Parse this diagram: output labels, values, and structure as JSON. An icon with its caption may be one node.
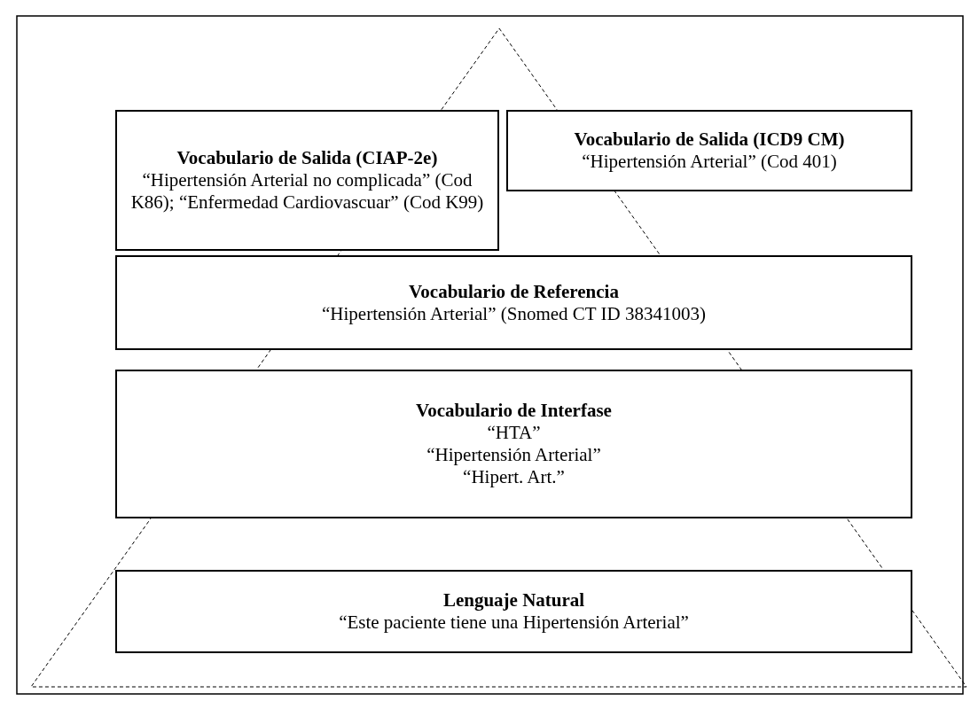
{
  "diagram": {
    "nodes": [
      {
        "text": [
          "Vocabulario de Salida (CIAP-2e)",
          "“Hipertensión Arterial no complicada” (Cod K86); “Enfermedad Cardiovascuar” (Cod K99)"
        ]
      },
      {
        "text": [
          "Vocabulario de Salida (ICD9 CM)",
          "“Hipertensión Arterial” (Cod 401)"
        ]
      },
      {
        "text": [
          "Vocabulario de Referencia",
          "“Hipertensión Arterial” (Snomed CT ID 38341003)"
        ]
      },
      {
        "text": [
          "Vocabulario de Interfase",
          "“HTA”",
          "“Hipertensión Arterial”",
          "“Hipert. Art.”"
        ]
      },
      {
        "text": [
          "Lenguaje Natural",
          "“Este paciente tiene una Hipertensión Arterial”"
        ]
      }
    ]
  }
}
